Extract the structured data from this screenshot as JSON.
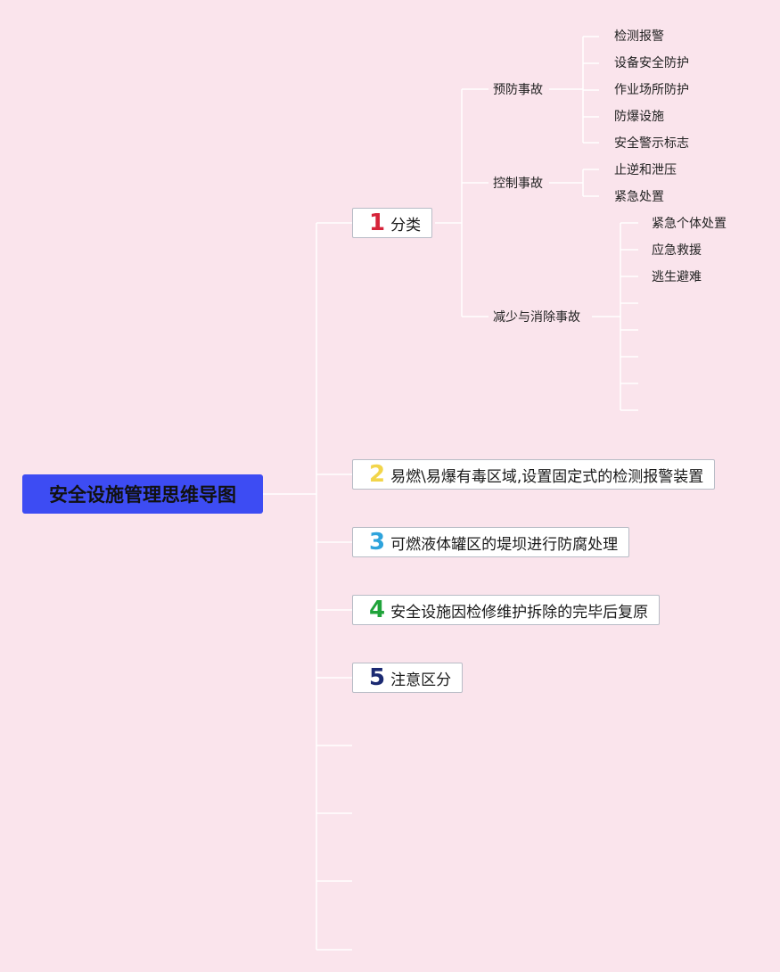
{
  "root": {
    "title": "安全设施管理思维导图"
  },
  "branches": [
    {
      "num": "1",
      "label": "分类"
    },
    {
      "num": "2",
      "label": "易燃\\易爆有毒区域,设置固定式的检测报警装置"
    },
    {
      "num": "3",
      "label": "可燃液体罐区的堤坝进行防腐处理"
    },
    {
      "num": "4",
      "label": "安全设施因检修维护拆除的完毕后复原"
    },
    {
      "num": "5",
      "label": "注意区分"
    }
  ],
  "classification": {
    "prevent": {
      "label": "预防事故",
      "items": [
        "检测报警",
        "设备安全防护",
        "作业场所防护",
        "防爆设施",
        "安全警示标志"
      ]
    },
    "control": {
      "label": "控制事故",
      "items": [
        "止逆和泄压",
        "紧急处置"
      ]
    },
    "reduce": {
      "label": "减少与消除事故",
      "items": [
        "紧急个体处置",
        "应急救援",
        "逃生避难"
      ]
    }
  },
  "colors": {
    "background": "#fae4ec",
    "root": "#3d4cf3",
    "num1": "#d6243a",
    "num2": "#f2d54a",
    "num3": "#2ea3dc",
    "num4": "#1fa33a",
    "num5": "#1b2a72"
  }
}
